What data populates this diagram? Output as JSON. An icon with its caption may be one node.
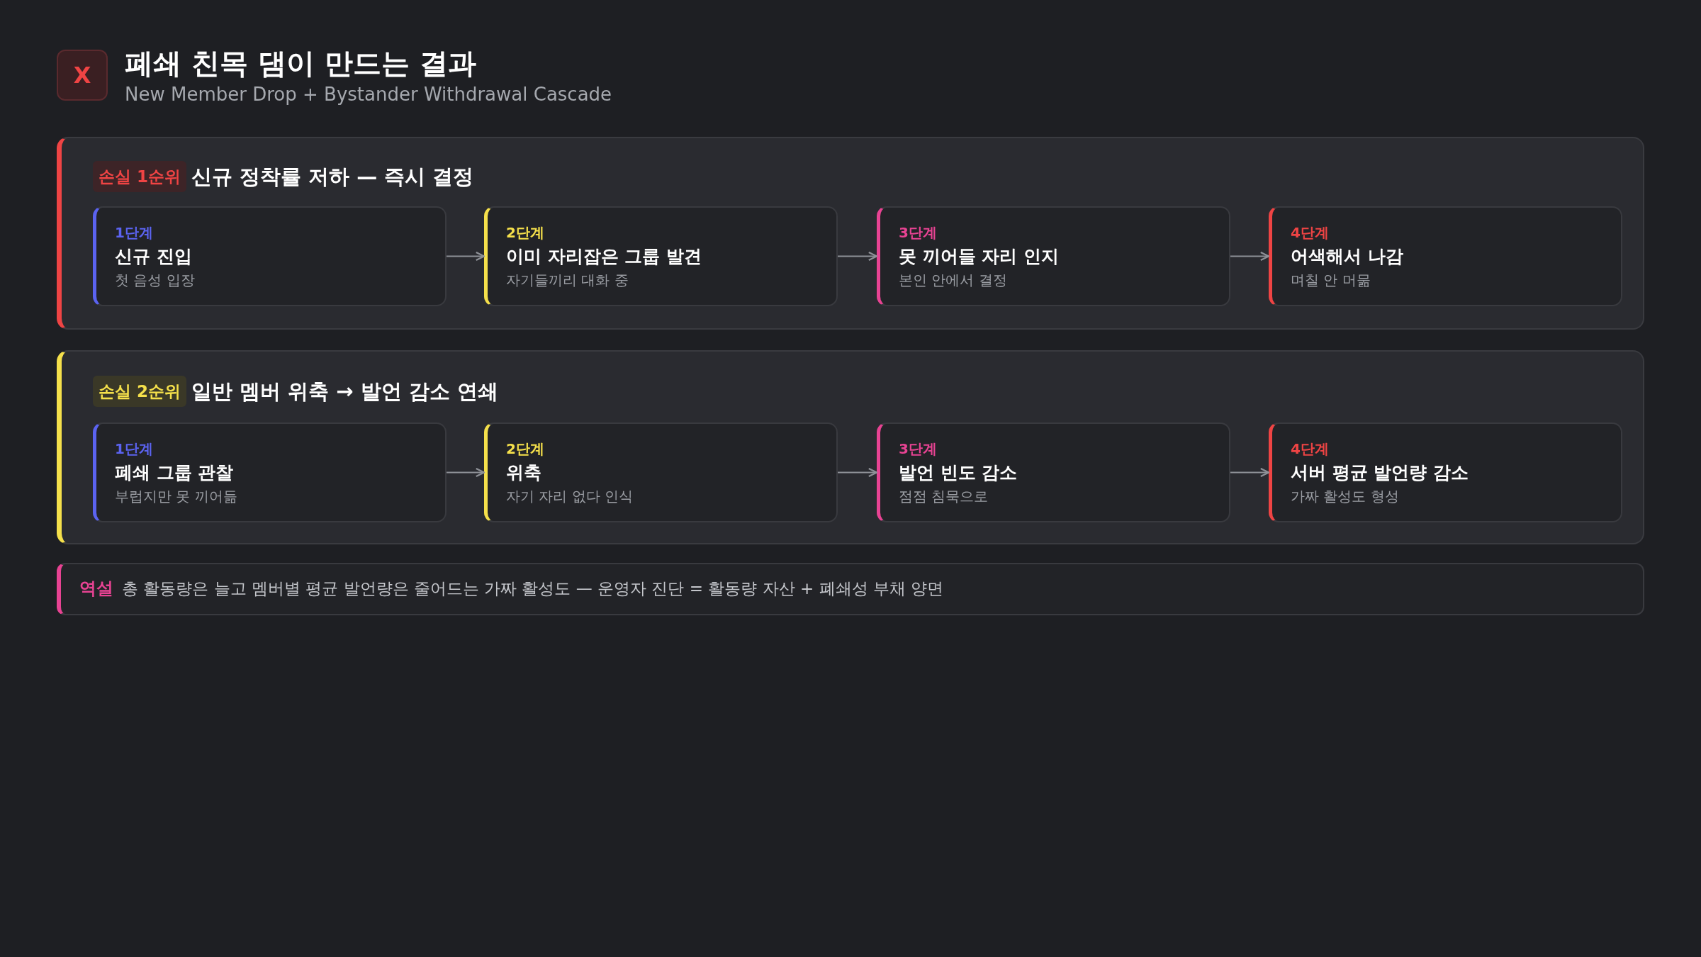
{
  "diagram": {
    "title": "폐쇄 친목 댐이 만드는 결과",
    "nodes": [
      {
        "text": [
          "X"
        ]
      },
      {
        "text": [
          "신규 정착률 저하 — 즉시 결정"
        ]
      },
      {
        "text": [
          "손실 1순위"
        ],
        "in": 1
      },
      {
        "text": [
          "1단계",
          "신규 진입",
          "첫 음성 입장"
        ],
        "in": 1
      },
      {
        "text": [
          "2단계",
          "이미 자리잡은 그룹 발견",
          "자기들끼리 대화 중"
        ],
        "in": 1
      },
      {
        "text": [
          "3단계",
          "못 끼어들 자리 인지",
          "본인 안에서 결정"
        ],
        "in": 1
      },
      {
        "text": [
          "4단계",
          "어색해서 나감",
          "며칠 안 머묾"
        ],
        "in": 1
      },
      {
        "text": [
          "일반 멤버 위축 → 발언 감소 연쇄"
        ]
      },
      {
        "text": [
          "손실 2순위"
        ],
        "in": 7
      },
      {
        "text": [
          "1단계",
          "폐쇄 그룹 관찰",
          "부럽지만 못 끼어듦"
        ],
        "in": 7
      },
      {
        "text": [
          "2단계",
          "위축",
          "자기 자리 없다 인식"
        ],
        "in": 7
      },
      {
        "text": [
          "3단계",
          "발언 빈도 감소",
          "점점 침묵으로"
        ],
        "in": 7
      },
      {
        "text": [
          "4단계",
          "서버 평균 발언량 감소",
          "가짜 활성도 형성"
        ],
        "in": 7
      },
      {
        "text": [
          "역설",
          "총 활동량은 늘고 멤버별 평균 발언량은 줄어드는 가짜 활성도 — 운영자 진단 = 활동량 자산 + 폐쇄성 부채 양면"
        ]
      }
    ],
    "edges": [
      {
        "from": 3,
        "to": 4,
        "arrow": "to"
      },
      {
        "from": 4,
        "to": 5,
        "arrow": "to"
      },
      {
        "from": 5,
        "to": 6,
        "arrow": "to"
      },
      {
        "from": 9,
        "to": 10,
        "arrow": "to"
      },
      {
        "from": 10,
        "to": 11,
        "arrow": "to"
      },
      {
        "from": 11,
        "to": 12,
        "arrow": "to"
      }
    ],
    "labels": [
      "New Member Drop + Bystander Withdrawal Cascade"
    ]
  }
}
